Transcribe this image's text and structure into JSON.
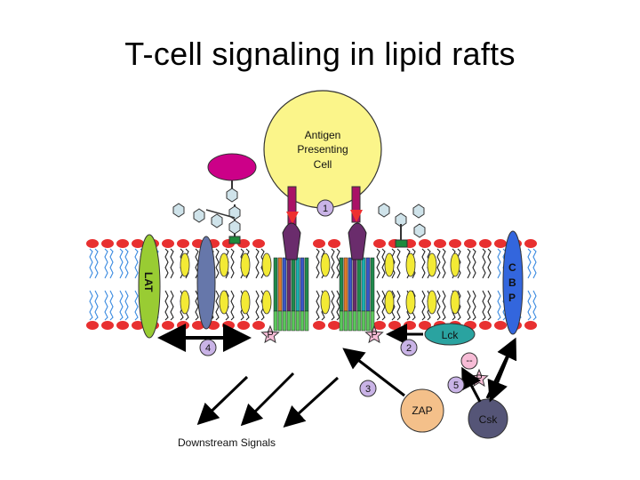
{
  "slide": {
    "title": "T-cell signaling in lipid rafts"
  },
  "labels": {
    "apc_line1": "Antigen",
    "apc_line2": "Presenting",
    "apc_line3": "Cell",
    "lat": "LAT",
    "cbp_c": "C",
    "cbp_b": "B",
    "cbp_p": "P",
    "lck": "Lck",
    "zap": "ZAP",
    "csk": "Csk",
    "phospho": "P",
    "minus": "--",
    "downstream": "Downstream Signals"
  },
  "steps": [
    "1",
    "2",
    "3",
    "4",
    "5"
  ],
  "colors": {
    "apc": "#fbf58a",
    "lat": "#99cc33",
    "cbp": "#3366dd",
    "lck": "#2aa3a0",
    "zap": "#f4c08a",
    "csk": "#555577",
    "step_badge": "#c9b3e6",
    "lipid_head": "#e83030",
    "cholesterol": "#f3ea35",
    "glycoprotein": "#cc0088"
  }
}
